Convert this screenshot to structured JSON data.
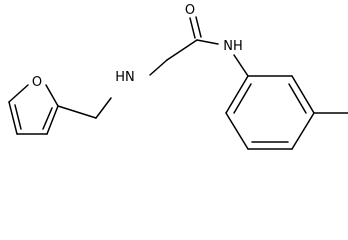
{
  "structure": {
    "atoms": {
      "furan_oxygen": "O",
      "amine_nitrogen": "HN",
      "carbonyl_oxygen": "O",
      "amide_nitrogen": "NH"
    },
    "colors": {
      "bond": "#000000",
      "label": "#000000",
      "background": "#ffffff"
    }
  }
}
